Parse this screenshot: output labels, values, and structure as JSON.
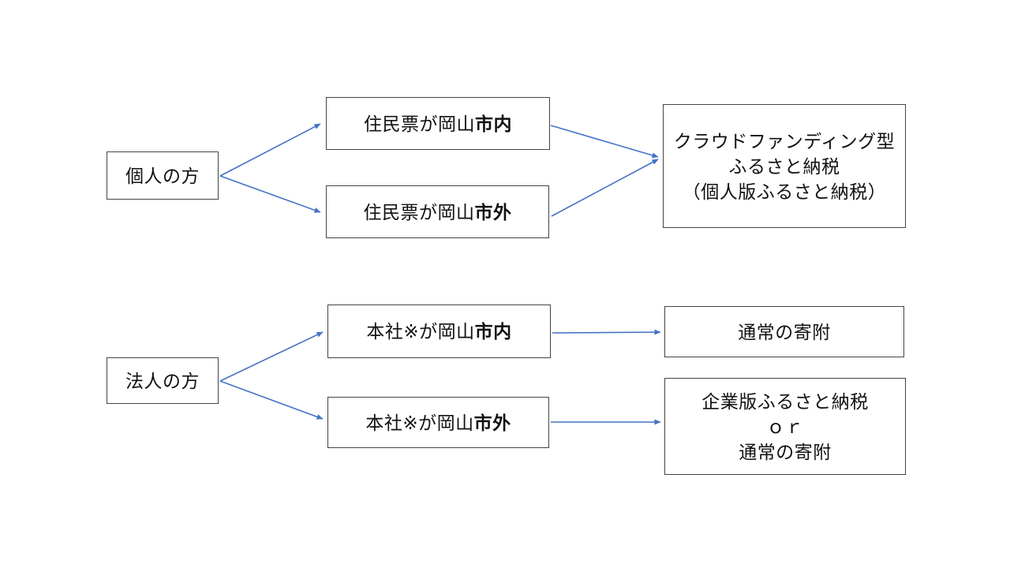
{
  "diagram": {
    "background_color": "#ffffff",
    "box_border_color": "#444444",
    "text_color": "#111111",
    "arrow_color": "#4472C4",
    "nodes": {
      "individual": {
        "label": "個人の方"
      },
      "resident_inside": {
        "prefix": "住民票が岡山",
        "bold": "市内"
      },
      "resident_outside": {
        "prefix": "住民票が岡山",
        "bold": "市外"
      },
      "crowdfunding": {
        "lines": [
          "クラウドファンディング型",
          "ふるさと納税",
          "（個人版ふるさと納税）"
        ]
      },
      "corporate": {
        "label": "法人の方"
      },
      "hq_inside": {
        "prefix": "本社※が岡山",
        "bold": "市内"
      },
      "hq_outside": {
        "prefix": "本社※が岡山",
        "bold": "市外"
      },
      "normal_donation": {
        "label": "通常の寄附"
      },
      "corporate_tax": {
        "lines": [
          "企業版ふるさと納税",
          "ｏｒ",
          "通常の寄附"
        ]
      }
    }
  }
}
